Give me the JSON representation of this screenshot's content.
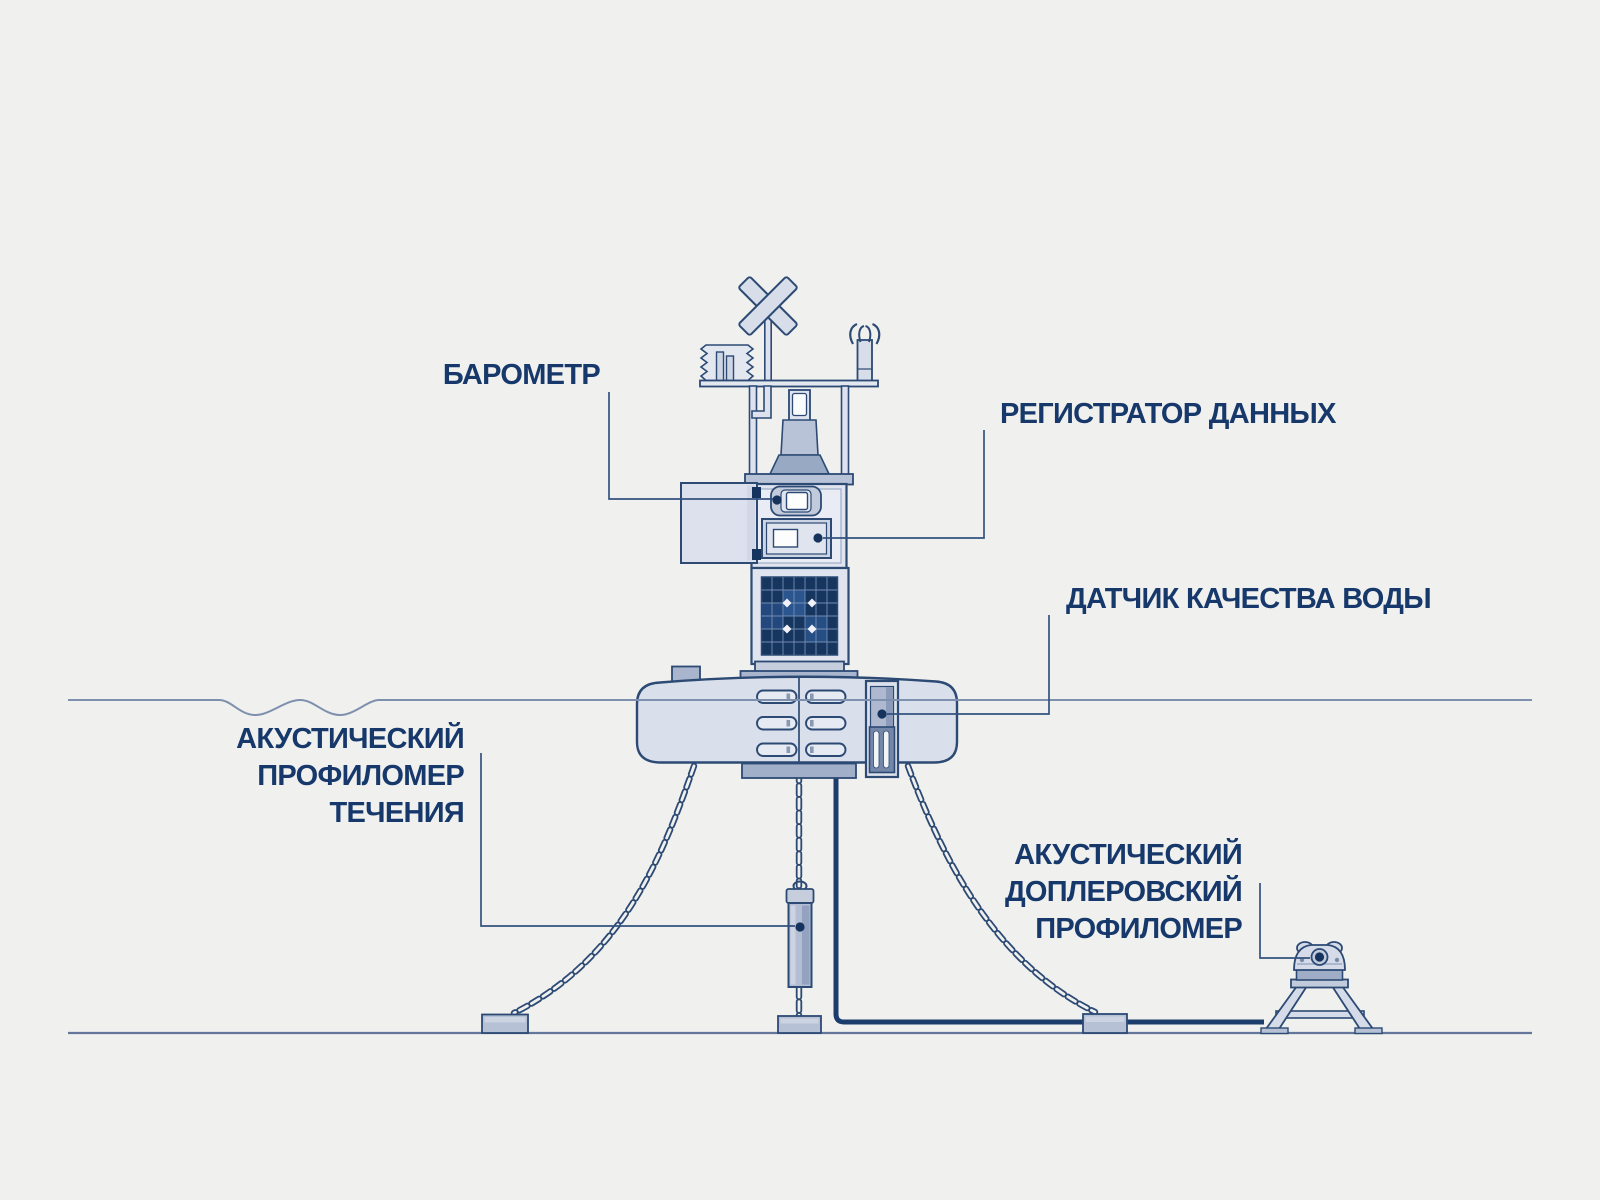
{
  "diagram": {
    "type": "buoy-water-monitoring-system",
    "labels": {
      "barometer": {
        "text": "БАРОМЕТР"
      },
      "data_logger": {
        "text": "РЕГИСТРАТОР ДАННЫХ"
      },
      "water_quality_sensor": {
        "text": "ДАТЧИК КАЧЕСТВА ВОДЫ"
      },
      "current_profiler": {
        "text": "АКУСТИЧЕСКИЙ\nПРОФИЛОМЕР\nТЕЧЕНИЯ"
      },
      "doppler_profiler": {
        "text": "АКУСТИЧЕСКИЙ\nДОПЛЕРОВСКИЙ\nПРОФИЛОМЕР"
      }
    },
    "components": [
      "wind-vane",
      "radiation-shield",
      "sonic-anemometer",
      "beacon-light",
      "barometer-unit",
      "data-logger-unit",
      "enclosure-door",
      "solar-panel",
      "buoy-hull",
      "water-quality-sensor-unit",
      "current-profiler-unit",
      "doppler-profiler-tripod",
      "mooring-chain-left",
      "mooring-chain-center",
      "mooring-chain-right",
      "anchor-blocks",
      "data-cable",
      "waterline",
      "seabed"
    ],
    "colors": {
      "background": "#f0f0ee",
      "outline_navy": "#2c4a74",
      "dark_navy": "#16335e",
      "label_text": "#17386b",
      "fill_light": "#dde2ee",
      "fill_medium": "#b9c3d8",
      "fill_dark": "#a9b5cd",
      "solar_panel": "#16355f",
      "water_line": "#7e90ad"
    }
  }
}
